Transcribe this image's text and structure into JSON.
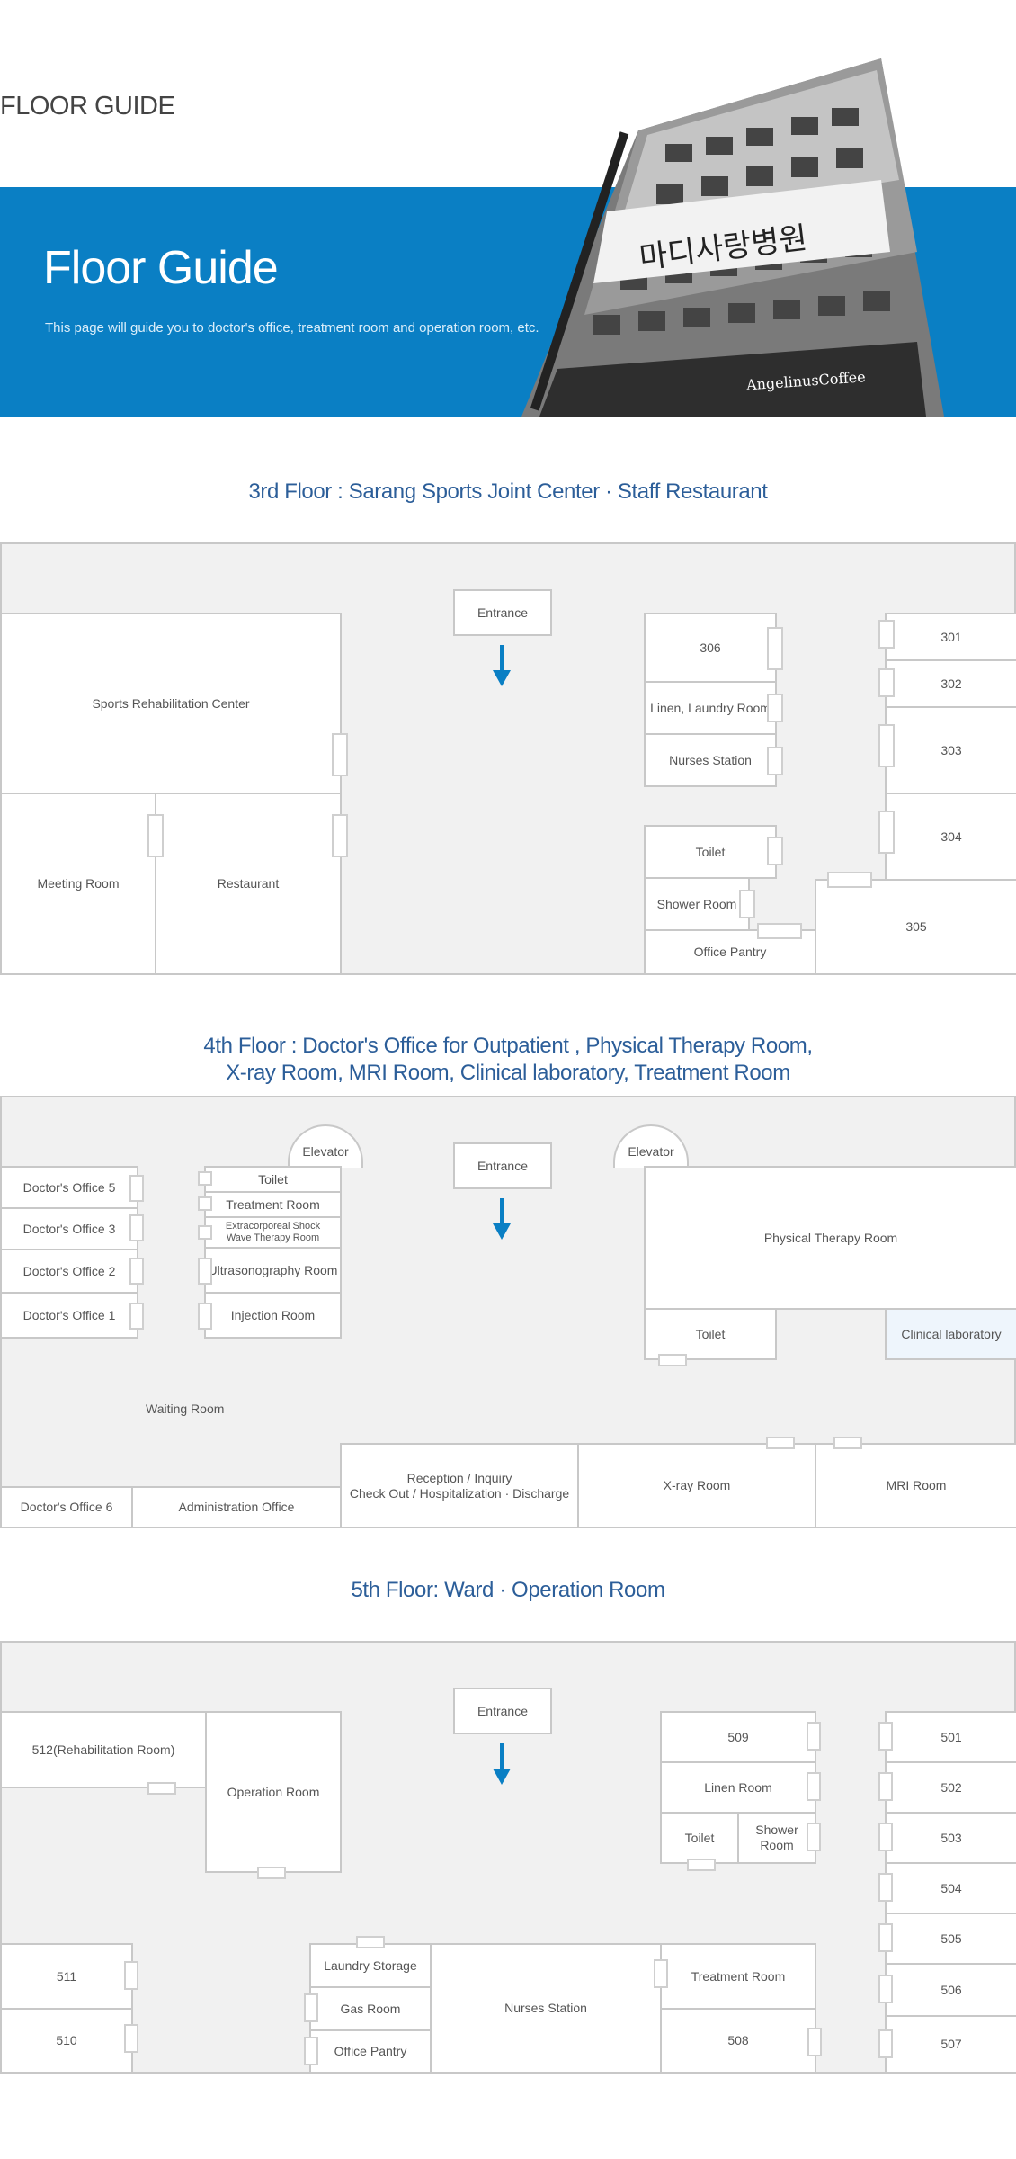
{
  "page_header": "FLOOR GUIDE",
  "banner": {
    "title": "Floor Guide",
    "description": "This page will guide you to doctor's office, treatment room and operation room, etc.",
    "sign_korean": "마디사랑병원",
    "sign_cafe": "AngelinusCoffee"
  },
  "floor3": {
    "title": "3rd Floor : Sarang Sports Joint Center · Staff Restaurant",
    "entrance": "Entrance",
    "rooms": {
      "sports_rehab": "Sports Rehabilitation Center",
      "meeting": "Meeting Room",
      "restaurant": "Restaurant",
      "r306": "306",
      "linen": "Linen, Laundry Room",
      "nurses": "Nurses Station",
      "toilet": "Toilet",
      "shower": "Shower Room",
      "pantry": "Office Pantry",
      "r301": "301",
      "r302": "302",
      "r303": "303",
      "r304": "304",
      "r305": "305"
    }
  },
  "floor4": {
    "title_line1": "4th Floor : Doctor's Office for Outpatient , Physical Therapy Room,",
    "title_line2": "X-ray Room, MRI Room, Clinical laboratory, Treatment Room",
    "entrance": "Entrance",
    "elevator": "Elevator",
    "rooms": {
      "doc5": "Doctor's Office 5",
      "doc3": "Doctor's Office 3",
      "doc2": "Doctor's Office 2",
      "doc1": "Doctor's Office 1",
      "toilet_left": "Toilet",
      "treatment": "Treatment Room",
      "eswt": "Extracorporeal Shock Wave Therapy Room",
      "ultrasono": "Ultrasonography Room",
      "injection": "Injection Room",
      "physical": "Physical Therapy Room",
      "toilet_right": "Toilet",
      "clinical": "Clinical laboratory",
      "waiting": "Waiting Room",
      "doc6": "Doctor's Office 6",
      "admin": "Administration Office",
      "reception_line1": "Reception / Inquiry",
      "reception_line2": "Check Out / Hospitalization · Discharge",
      "xray": "X-ray Room",
      "mri": "MRI Room"
    }
  },
  "floor5": {
    "title": "5th Floor: Ward · Operation Room",
    "entrance": "Entrance",
    "rooms": {
      "r512": "512(Rehabilitation Room)",
      "operation": "Operation Room",
      "r509": "509",
      "linen": "Linen Room",
      "toilet": "Toilet",
      "shower_line1": "Shower",
      "shower_line2": "Room",
      "r501": "501",
      "r502": "502",
      "r503": "503",
      "r504": "504",
      "r505": "505",
      "r506": "506",
      "r507": "507",
      "r511": "511",
      "r510": "510",
      "laundry": "Laundry Storage",
      "gas": "Gas Room",
      "pantry": "Office Pantry",
      "nurses": "Nurses Station",
      "treatment": "Treatment Room",
      "r508": "508"
    }
  },
  "colors": {
    "banner": "#0a7fc4",
    "section_title": "#2c5e99",
    "arrow": "#0a7fc4",
    "clinical_bg": "#eef5fc"
  }
}
